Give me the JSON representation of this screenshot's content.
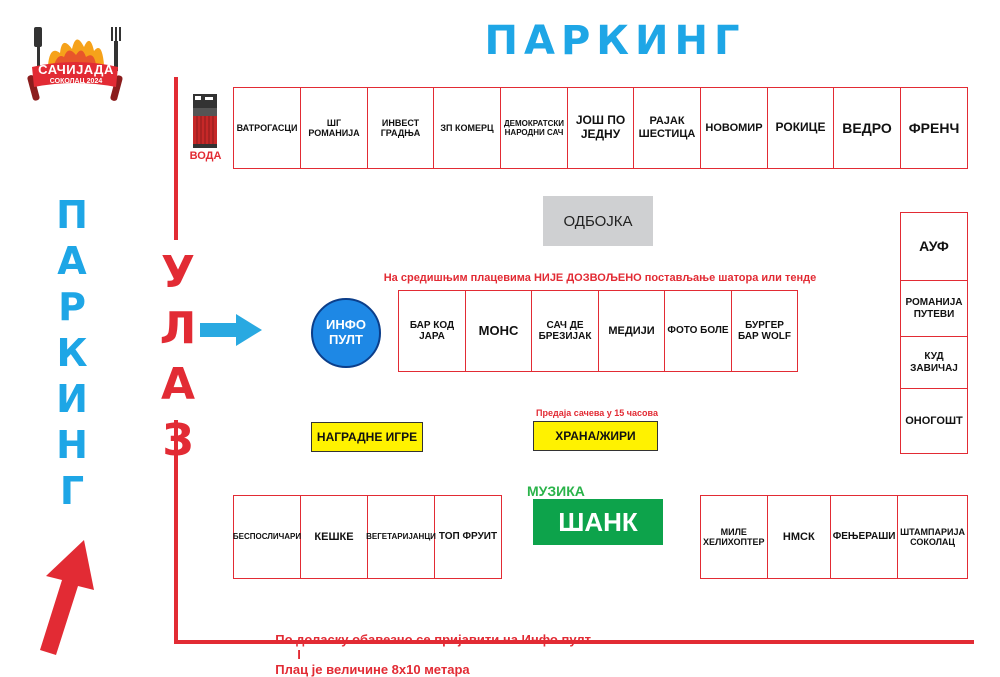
{
  "logo": {
    "title": "САЧИЈАДА",
    "subtitle": "СОКОЛАЦ 2024"
  },
  "parking_top": "ПАРКИНГ",
  "parking_left": [
    "П",
    "А",
    "Р",
    "К",
    "И",
    "Н",
    "Г"
  ],
  "entrance": [
    "У",
    "Л",
    "А",
    "З"
  ],
  "water": "ВОДА",
  "top_row": [
    "ВАТРОГАСЦИ",
    "ШГ РОМАНИЈА",
    "ИНВЕСТ ГРАДЊА",
    "ЗП КОМЕРЦ",
    "ДЕМОКРАТСКИ НАРОДНИ САЧ",
    "ЈОШ ПО ЈЕДНУ",
    "РАЈАК ШЕСТИЦА",
    "НОВОМИР",
    "РОКИЦЕ",
    "ВЕДРО",
    "ФРЕНЧ"
  ],
  "right_column": [
    "АУФ",
    "РОМАНИЈА ПУТЕВИ",
    "КУД ЗАВИЧАЈ",
    "ОНОГОШТ"
  ],
  "odbojka": "ОДБОЈКА",
  "notice": "На средишњим плацевима НИЈЕ ДОЗВОЉЕНО постављање шатора или тенде",
  "info_desk": "ИНФО ПУЛТ",
  "middle_row": [
    "БАР КОД ЈАРА",
    "МОНС",
    "САЧ ДЕ БРЕЗИЈАК",
    "МЕДИЈИ",
    "ФОТО БОЛЕ",
    "БУРГЕР БАР WOLF"
  ],
  "prize_games": "НАГРАДНЕ ИГРЕ",
  "delivery_note": "Предаја сачева у 15 часова",
  "food_jury": "ХРАНА/ЖИРИ",
  "music": "МУЗИКА",
  "bar": "ШАНК",
  "bottom_left_row": [
    "БЕСПОСЛИЧАРИ",
    "КЕШКЕ",
    "ВЕГЕТАРИЈАНЦИ",
    "ТОП ФРУИТ"
  ],
  "bottom_right_row": [
    "МИЛЕ ХЕЛИХОПТЕР",
    "НМСК",
    "ФЕЊЕРАШИ",
    "ШТАМПАРИЈА СОКОЛАЦ"
  ],
  "footer_left": "По доласку обавезно се пријавити на Инфо пулт",
  "footer_sep": "I",
  "footer_right": "Плац је величине 8х10 метара",
  "colors": {
    "parking": "#1ea6e6",
    "red": "#e22b34",
    "info": "#1e88e5",
    "yellow": "#fff200",
    "green": "#0da34b",
    "grey": "#cfd0d2"
  }
}
